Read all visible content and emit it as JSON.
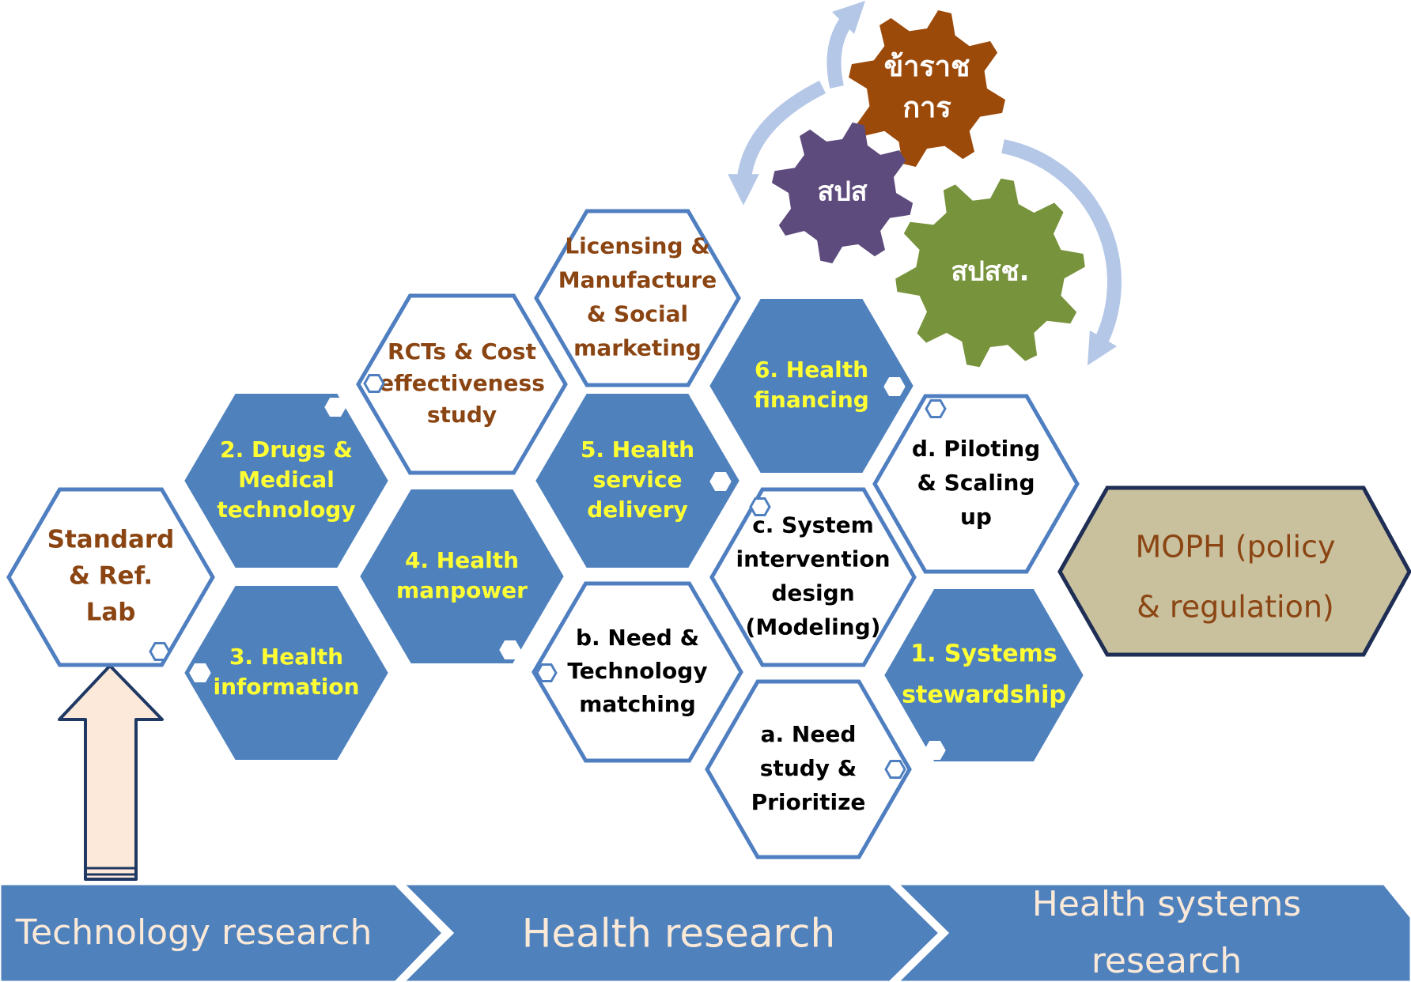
{
  "colors": {
    "hex_blue": "#4f81bd",
    "hex_outline": "#4f7fc0",
    "text_brown": "#8b4513",
    "text_yellow": "#ffff33",
    "text_black": "#000000",
    "band_blue": "#4f81bd",
    "band_text": "#fbe9d8",
    "mofh_fill": "#c9c09d",
    "mofh_border": "#1f2e55",
    "gear_brown": "#9c4a0a",
    "gear_purple": "#5e4b7d",
    "gear_green": "#77933c",
    "cycle_arrow": "#b4c7e7",
    "up_arrow_fill": "#fde9d9"
  },
  "hexagons": [
    {
      "id": "standard-ref-lab",
      "lines": [
        "Standard",
        "& Ref.",
        "Lab"
      ]
    },
    {
      "id": "drugs-medical-technology",
      "lines": [
        "2. Drugs &",
        "Medical",
        "technology"
      ]
    },
    {
      "id": "health-information",
      "lines": [
        "3. Health",
        "information"
      ]
    },
    {
      "id": "rcts-cost-effectiveness",
      "lines": [
        "RCTs & Cost",
        "effectiveness",
        "study"
      ]
    },
    {
      "id": "health-manpower",
      "lines": [
        "4. Health",
        "manpower"
      ]
    },
    {
      "id": "licensing-manufacture",
      "lines": [
        "Licensing &",
        "Manufacture",
        "& Social",
        "marketing"
      ]
    },
    {
      "id": "health-service-delivery",
      "lines": [
        "5. Health",
        "service",
        "delivery"
      ]
    },
    {
      "id": "need-technology-matching",
      "lines": [
        "b. Need &",
        "Technology",
        "matching"
      ]
    },
    {
      "id": "health-financing",
      "lines": [
        "6. Health",
        "financing"
      ]
    },
    {
      "id": "system-intervention-design",
      "lines": [
        "c. System",
        "intervention",
        "design",
        "(Modeling)"
      ]
    },
    {
      "id": "need-study-prioritize",
      "lines": [
        "a. Need",
        "study &",
        "Prioritize"
      ]
    },
    {
      "id": "piloting-scaling-up",
      "lines": [
        "d. Piloting",
        "& Scaling",
        "up"
      ]
    },
    {
      "id": "systems-stewardship",
      "lines": [
        "1. Systems",
        "stewardship"
      ]
    }
  ],
  "moph": {
    "lines": [
      "MOPH (policy",
      "& regulation)"
    ]
  },
  "gears": [
    {
      "id": "gear-civil-servant",
      "lines": [
        "ข้าราช",
        "การ"
      ]
    },
    {
      "id": "gear-spsa",
      "lines": [
        "สปส"
      ]
    },
    {
      "id": "gear-spsch",
      "lines": [
        "สปสช."
      ]
    }
  ],
  "bands": [
    {
      "id": "band-technology-research",
      "lines": [
        "Technology research"
      ]
    },
    {
      "id": "band-health-research",
      "lines": [
        "Health research"
      ]
    },
    {
      "id": "band-health-systems-research",
      "lines": [
        "Health systems",
        "research"
      ]
    }
  ]
}
